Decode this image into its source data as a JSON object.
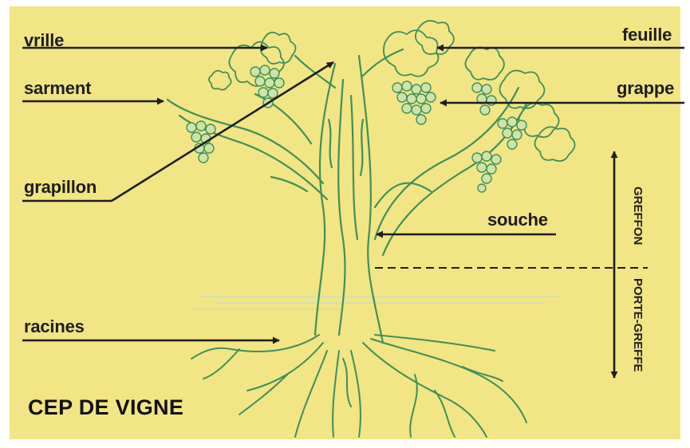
{
  "title": "CEP DE VIGNE",
  "labels": {
    "vrille": "vrille",
    "sarment": "sarment",
    "grapillon": "grapillon",
    "racines": "racines",
    "feuille": "feuille",
    "grappe": "grappe",
    "souche": "souche"
  },
  "scale": {
    "greffon": "GREFFON",
    "porte_greffe": "PORTE-GREFFE"
  },
  "colors": {
    "background": "#f2e585",
    "plant": "#3f8f5a",
    "ink": "#1e1e1e"
  }
}
